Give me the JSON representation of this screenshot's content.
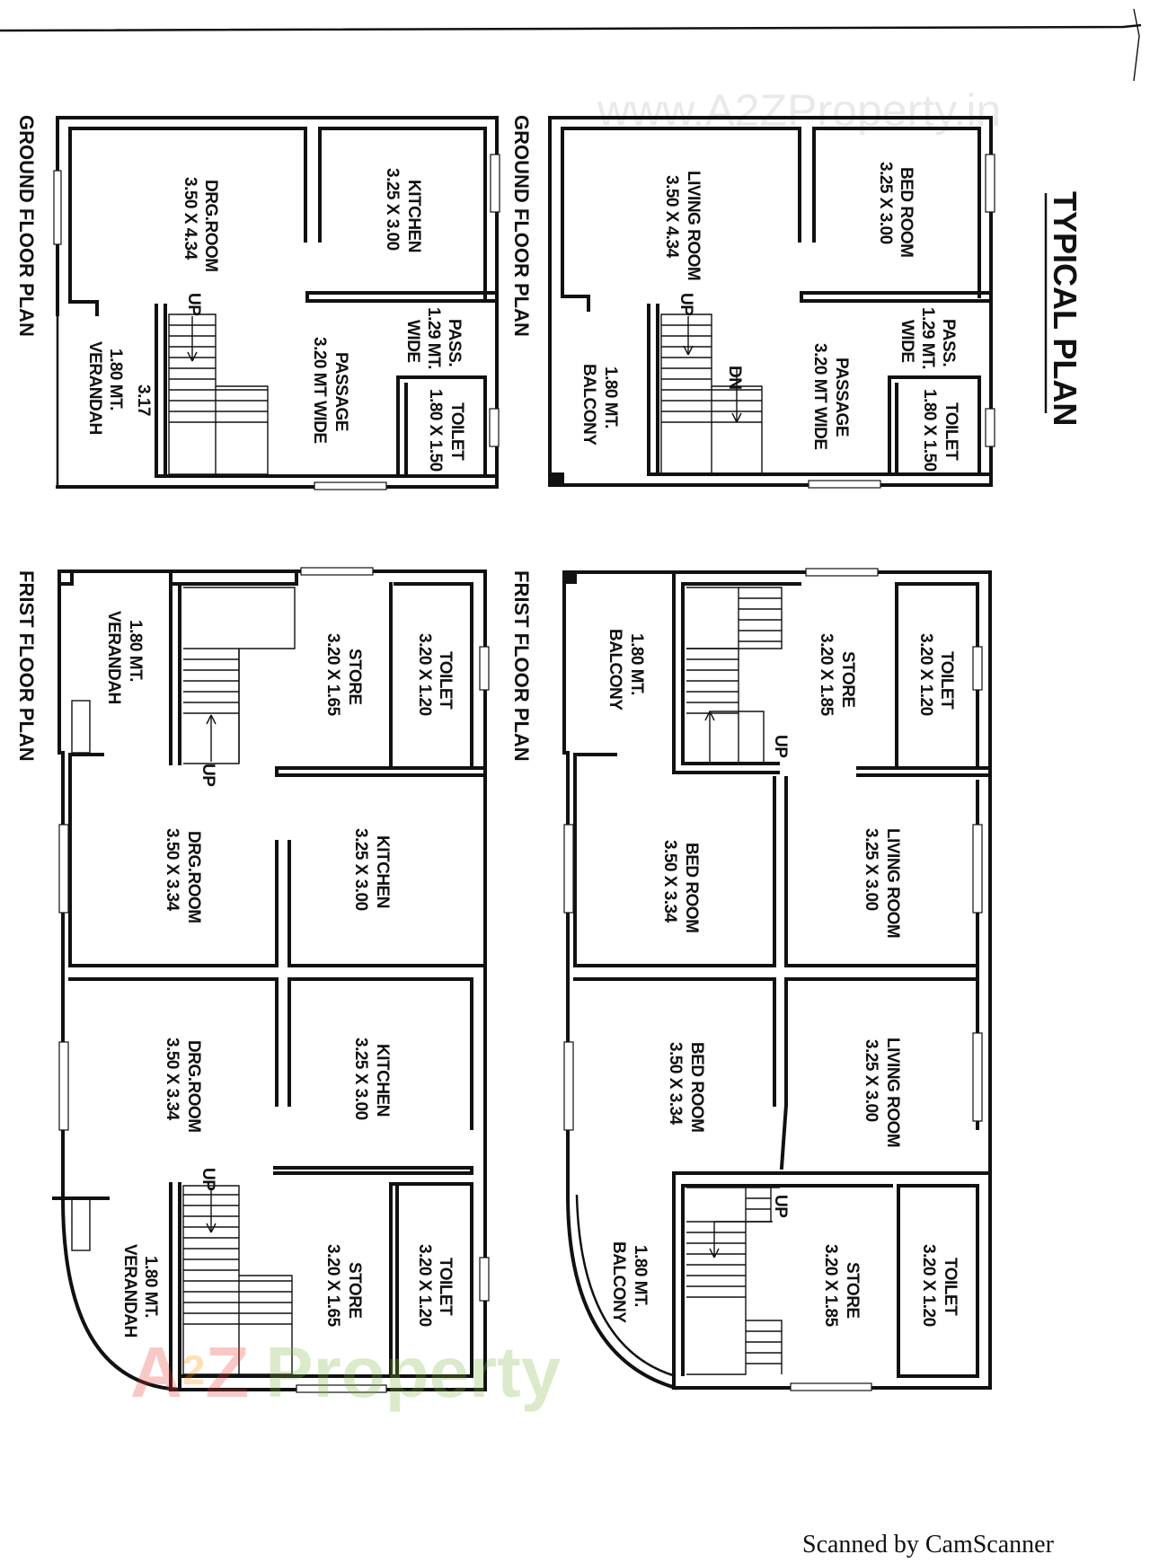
{
  "title": "TYPICAL PLAN",
  "watermark_top": "www.A2ZProperty.in",
  "watermark_bottom": {
    "a": "A",
    "two": "2",
    "z": "Z",
    "property": "Property"
  },
  "watermark_colors": {
    "a": "#e53935",
    "two": "#fb8c00",
    "z": "#e53935",
    "property": "#7cb342"
  },
  "footer": "Scanned by CamScanner",
  "plans": {
    "gf_left": {
      "title": "GROUND FLOOR PLAN",
      "rooms": {
        "drg_name": "DRG.ROOM",
        "drg_size": "3.50 X 4.34",
        "kitchen_name": "KITCHEN",
        "kitchen_size": "3.25 X 3.00",
        "pass_name": "PASS.",
        "pass_size": "1.29 MT.",
        "pass_wide": "WIDE",
        "passage_name": "PASSAGE",
        "passage_size": "3.20 MT WIDE",
        "toilet_name": "TOILET",
        "toilet_size": "1.80 X 1.50",
        "verandah_dim": "3.17",
        "verandah_width": "1.80 MT.",
        "verandah_name": "VERANDAH"
      },
      "up": "UP"
    },
    "gf_right": {
      "title": "GROUND FLOOR PLAN",
      "rooms": {
        "living_name": "LIVING ROOM",
        "living_size": "3.50 X 4.34",
        "bed_name": "BED ROOM",
        "bed_size": "3.25 X 3.00",
        "pass_name": "PASS.",
        "pass_size": "1.29 MT.",
        "pass_wide": "WIDE",
        "passage_name": "PASSAGE",
        "passage_size": "3.20 MT WIDE",
        "toilet_name": "TOILET",
        "toilet_size": "1.80 X 1.50",
        "balcony_width": "1.80 MT.",
        "balcony_name": "BALCONY"
      },
      "up": "UP",
      "dn": "DN"
    },
    "ff_left": {
      "title": "FRIST FLOOR PLAN",
      "rooms": {
        "verandah_width": "1.80 MT.",
        "verandah_name": "VERANDAH",
        "store_name": "STORE",
        "store_size": "3.20 X 1.65",
        "toilet_name": "TOILET",
        "toilet_size": "3.20 X 1.20",
        "drg1_name": "DRG.ROOM",
        "drg1_size": "3.50 X 3.34",
        "kitchen1_name": "KITCHEN",
        "kitchen1_size": "3.25 X 3.00",
        "drg2_name": "DRG.ROOM",
        "drg2_size": "3.50 X 3.34",
        "kitchen2_name": "KITCHEN",
        "kitchen2_size": "3.25 X 3.00",
        "store2_name": "STORE",
        "store2_size": "3.20 X 1.65",
        "toilet2_name": "TOILET",
        "toilet2_size": "3.20 X 1.20",
        "verandah2_width": "1.80 MT.",
        "verandah2_name": "VERANDAH"
      },
      "up1": "UP",
      "up2": "UP"
    },
    "ff_right": {
      "title": "FRIST FLOOR PLAN",
      "rooms": {
        "balcony_width": "1.80 MT.",
        "balcony_name": "BALCONY",
        "store_name": "STORE",
        "store_size": "3.20 X 1.85",
        "toilet_name": "TOILET",
        "toilet_size": "3.20 X 1.20",
        "bed1_name": "BED ROOM",
        "bed1_size": "3.50 X 3.34",
        "living1_name": "LIVING ROOM",
        "living1_size": "3.25 X 3.00",
        "bed2_name": "BED ROOM",
        "bed2_size": "3.50 X 3.34",
        "living2_name": "LIVING ROOM",
        "living2_size": "3.25 X 3.00",
        "store2_name": "STORE",
        "store2_size": "3.20 X 1.85",
        "toilet2_name": "TOILET",
        "toilet2_size": "3.20 X 1.20",
        "balcony2_width": "1.80 MT.",
        "balcony2_name": "BALCONY"
      },
      "up1": "UP",
      "up2": "UP"
    }
  }
}
